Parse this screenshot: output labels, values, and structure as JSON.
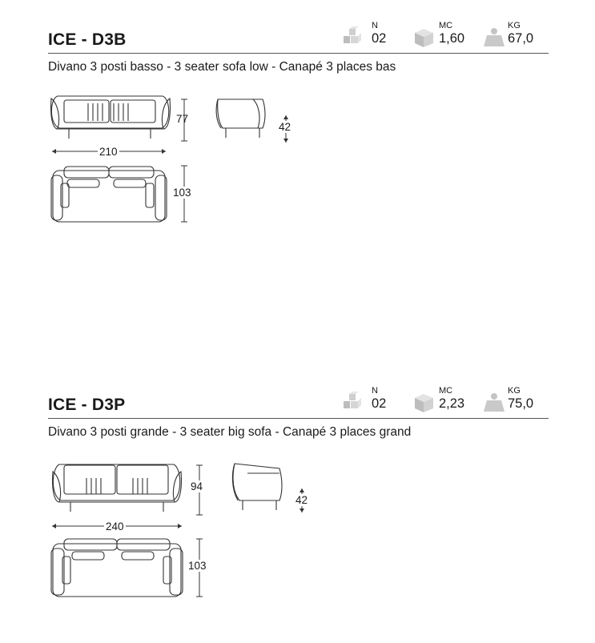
{
  "products": [
    {
      "title": "ICE - D3B",
      "subtitle": "Divano 3 posti basso - 3 seater sofa low - Canapé 3 places bas",
      "specs": [
        {
          "label": "N",
          "value": "02",
          "icon": "boxes-icon"
        },
        {
          "label": "MC",
          "value": "1,60",
          "icon": "cube-icon"
        },
        {
          "label": "KG",
          "value": "67,0",
          "icon": "weight-icon"
        }
      ],
      "dimensions": {
        "height": "77",
        "width": "210",
        "seat_height": "42",
        "depth": "103"
      }
    },
    {
      "title": "ICE - D3P",
      "subtitle": "Divano 3 posti grande - 3 seater big sofa - Canapé 3 places grand",
      "specs": [
        {
          "label": "N",
          "value": "02",
          "icon": "boxes-icon"
        },
        {
          "label": "MC",
          "value": "2,23",
          "icon": "cube-icon"
        },
        {
          "label": "KG",
          "value": "75,0",
          "icon": "weight-icon"
        }
      ],
      "dimensions": {
        "height": "94",
        "width": "240",
        "seat_height": "42",
        "depth": "103"
      }
    }
  ],
  "colors": {
    "line": "#333333",
    "icon": "#c9c9c9",
    "rule": "#555555"
  }
}
